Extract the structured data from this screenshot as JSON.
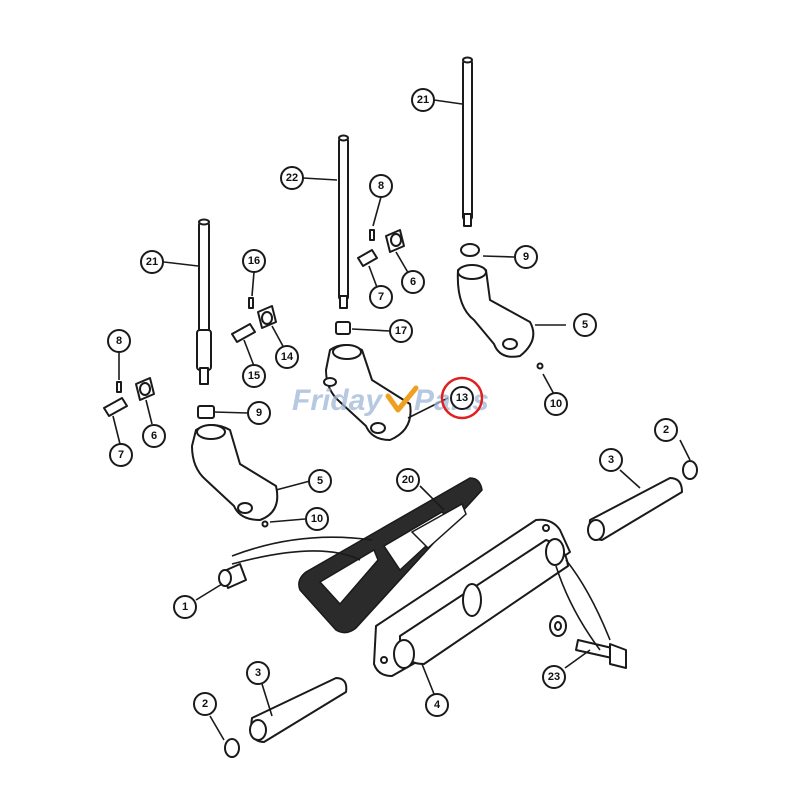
{
  "watermark": {
    "text_left": "Friday",
    "text_right": "Parts",
    "color": "#9fb8d8",
    "accent_color": "#f0a020"
  },
  "highlight": {
    "part_number": "13",
    "color": "#e02020"
  },
  "callouts": [
    {
      "id": "c21a",
      "label": "21"
    },
    {
      "id": "c22",
      "label": "22"
    },
    {
      "id": "c8a",
      "label": "8"
    },
    {
      "id": "c9a",
      "label": "9"
    },
    {
      "id": "c6a",
      "label": "6"
    },
    {
      "id": "c7a",
      "label": "7"
    },
    {
      "id": "c5a",
      "label": "5"
    },
    {
      "id": "c17",
      "label": "17"
    },
    {
      "id": "c13",
      "label": "13"
    },
    {
      "id": "c10a",
      "label": "10"
    },
    {
      "id": "c21b",
      "label": "21"
    },
    {
      "id": "c16",
      "label": "16"
    },
    {
      "id": "c14",
      "label": "14"
    },
    {
      "id": "c15",
      "label": "15"
    },
    {
      "id": "c8b",
      "label": "8"
    },
    {
      "id": "c6b",
      "label": "6"
    },
    {
      "id": "c7b",
      "label": "7"
    },
    {
      "id": "c9b",
      "label": "9"
    },
    {
      "id": "c5b",
      "label": "5"
    },
    {
      "id": "c10b",
      "label": "10"
    },
    {
      "id": "c20",
      "label": "20"
    },
    {
      "id": "c2a",
      "label": "2"
    },
    {
      "id": "c3a",
      "label": "3"
    },
    {
      "id": "c1",
      "label": "1"
    },
    {
      "id": "c4",
      "label": "4"
    },
    {
      "id": "c23",
      "label": "23"
    },
    {
      "id": "c3b",
      "label": "3"
    },
    {
      "id": "c2b",
      "label": "2"
    }
  ]
}
